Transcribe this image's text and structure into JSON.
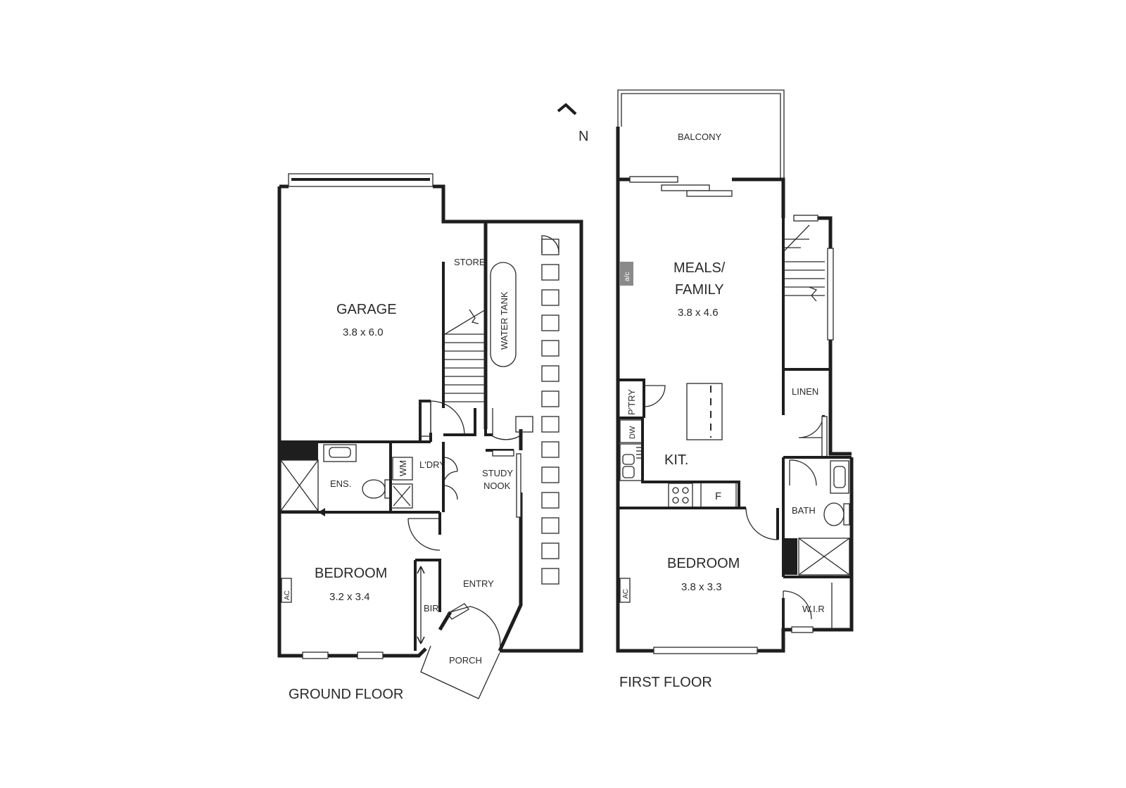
{
  "north": {
    "label": "N"
  },
  "ground_floor": {
    "label": "GROUND FLOOR",
    "rooms": {
      "garage": {
        "name": "GARAGE",
        "size": "3.8 x 6.0"
      },
      "store": {
        "name": "STORE"
      },
      "water_tank": {
        "name": "WATER TANK"
      },
      "ensuite": {
        "name": "ENS."
      },
      "laundry": {
        "name": "L'DRY"
      },
      "washing_machine": {
        "name": "WM"
      },
      "study_nook": {
        "name_line1": "STUDY",
        "name_line2": "NOOK"
      },
      "bedroom": {
        "name": "BEDROOM",
        "size": "3.2 x 3.4"
      },
      "bir": {
        "name": "BIR"
      },
      "entry": {
        "name": "ENTRY"
      },
      "porch": {
        "name": "PORCH"
      },
      "ac": {
        "name": "AC"
      }
    }
  },
  "first_floor": {
    "label": "FIRST FLOOR",
    "rooms": {
      "balcony": {
        "name": "BALCONY"
      },
      "meals_family": {
        "name_line1": "MEALS/",
        "name_line2": "FAMILY",
        "size": "3.8 x 4.6"
      },
      "pantry": {
        "name": "P'TRY"
      },
      "dishwasher": {
        "name": "DW"
      },
      "kitchen": {
        "name": "KIT."
      },
      "fridge": {
        "name": "F"
      },
      "linen": {
        "name": "LINEN"
      },
      "bath": {
        "name": "BATH"
      },
      "bedroom": {
        "name": "BEDROOM",
        "size": "3.8 x 3.3"
      },
      "wir": {
        "name": "W.I.R"
      },
      "ac_meals": {
        "name": "a/c"
      },
      "ac_bedroom": {
        "name": "AC"
      }
    }
  }
}
